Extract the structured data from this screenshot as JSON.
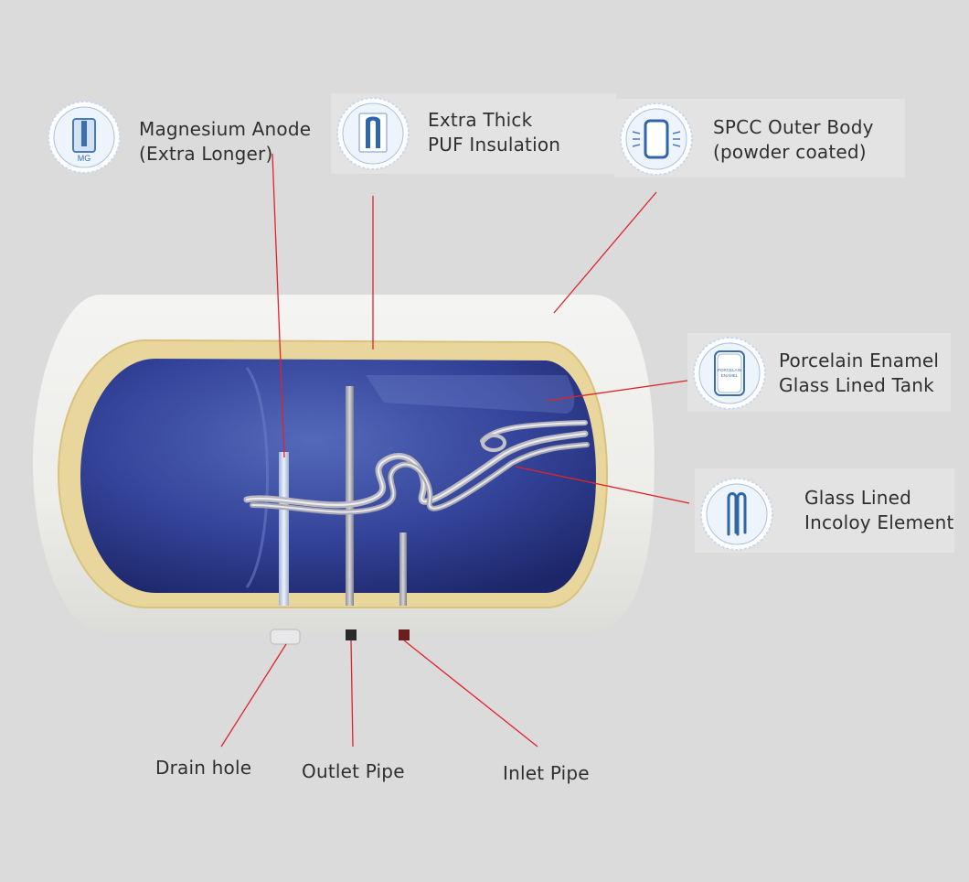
{
  "features": {
    "magnesium_anode": {
      "line1": "Magnesium Anode",
      "line2": "(Extra Longer)",
      "icon_text": "MG",
      "icon": "magnesium-anode-icon"
    },
    "puf_insulation": {
      "line1": "Extra Thick",
      "line2": "PUF Insulation",
      "icon": "puf-insulation-icon"
    },
    "outer_body": {
      "line1": "SPCC Outer Body",
      "line2": "(powder coated)",
      "icon": "outer-body-icon"
    },
    "enamel_tank": {
      "line1": "Porcelain Enamel",
      "line2": "Glass Lined Tank",
      "icon_text_1": "PORCELAIN",
      "icon_text_2": "ENAMEL",
      "icon": "enamel-tank-icon"
    },
    "incoloy_element": {
      "line1": "Glass Lined",
      "line2": "Incoloy Element",
      "icon": "heating-element-icon"
    }
  },
  "bottom_parts": {
    "drain": "Drain hole",
    "outlet": "Outlet Pipe",
    "inlet": "Inlet Pipe"
  },
  "colors": {
    "background": "#dbdbdb",
    "leader_line": "#e0232b",
    "tank_body": "#f1f1ef",
    "insulation": "#e9d9a2",
    "inner_tank": "#2f3d8a",
    "icon_blue": "#3a70b0"
  }
}
